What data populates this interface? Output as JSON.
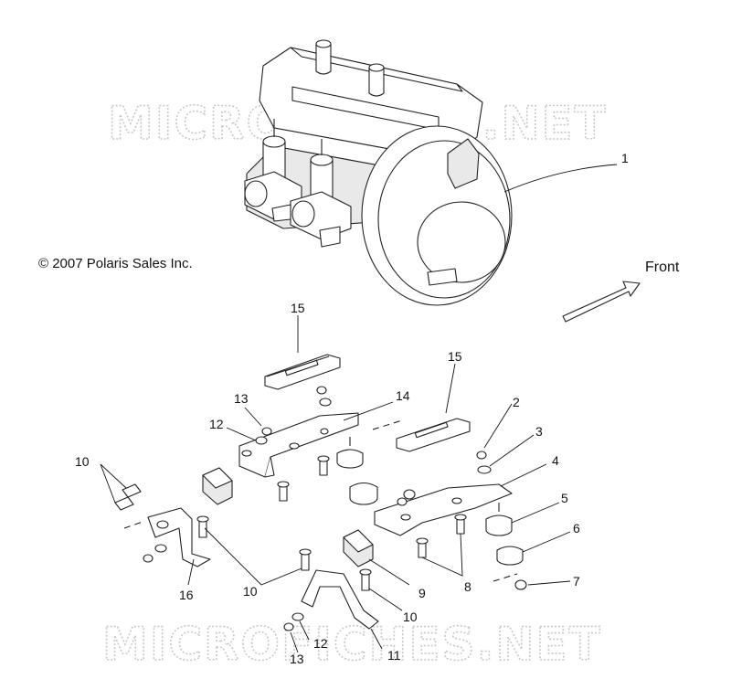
{
  "copyright": "© 2007 Polaris Sales Inc.",
  "watermark": "MICROFICHES.NET",
  "front_label": "Front",
  "callouts": [
    {
      "id": "c1",
      "text": "1"
    },
    {
      "id": "c2",
      "text": "2"
    },
    {
      "id": "c3",
      "text": "3"
    },
    {
      "id": "c4",
      "text": "4"
    },
    {
      "id": "c5",
      "text": "5"
    },
    {
      "id": "c6",
      "text": "6"
    },
    {
      "id": "c7",
      "text": "7"
    },
    {
      "id": "c8",
      "text": "8"
    },
    {
      "id": "c9",
      "text": "9"
    },
    {
      "id": "c10a",
      "text": "10"
    },
    {
      "id": "c10b",
      "text": "10"
    },
    {
      "id": "c10c",
      "text": "10"
    },
    {
      "id": "c11",
      "text": "11"
    },
    {
      "id": "c12a",
      "text": "12"
    },
    {
      "id": "c12b",
      "text": "12"
    },
    {
      "id": "c13a",
      "text": "13"
    },
    {
      "id": "c13b",
      "text": "13"
    },
    {
      "id": "c14",
      "text": "14"
    },
    {
      "id": "c15a",
      "text": "15"
    },
    {
      "id": "c15b",
      "text": "15"
    },
    {
      "id": "c16",
      "text": "16"
    }
  ]
}
